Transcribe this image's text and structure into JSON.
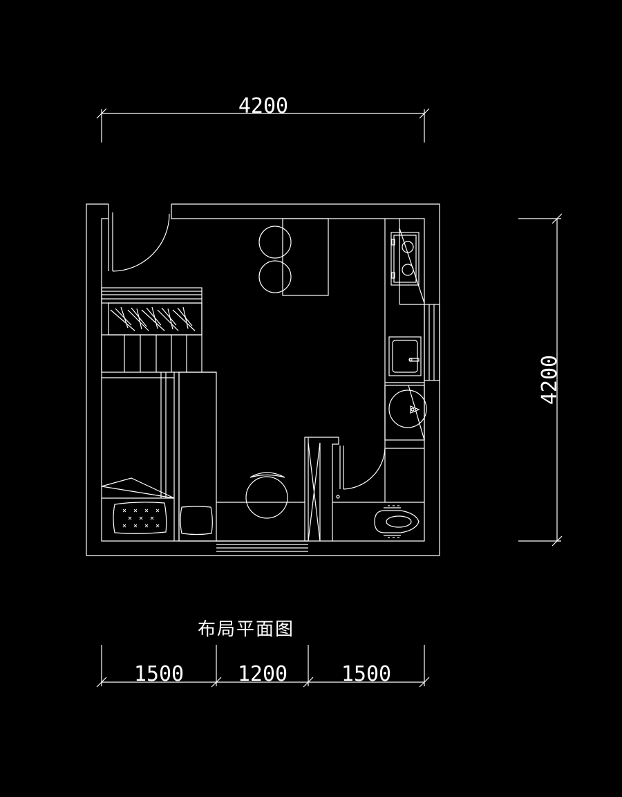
{
  "title": "布局平面图",
  "dimensions": {
    "top": "4200",
    "right": "4200",
    "bottom": [
      "1500",
      "1200",
      "1500"
    ]
  },
  "colors": {
    "background": "#000000",
    "line": "#ffffff"
  }
}
